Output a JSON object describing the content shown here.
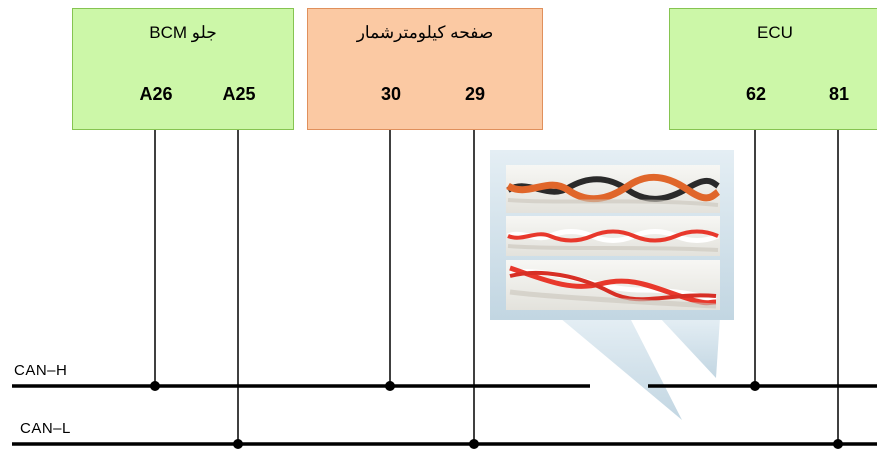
{
  "modules": {
    "bcm": {
      "title": "BCM جلو",
      "pin_left": "A26",
      "pin_right": "A25"
    },
    "cluster": {
      "title": "صفحه کیلومترشمار",
      "pin_left": "30",
      "pin_right": "29"
    },
    "ecu": {
      "title": "ECU",
      "pin_left": "62",
      "pin_right": "81"
    }
  },
  "buses": {
    "can_h": "CAN–H",
    "can_l": "CAN–L"
  },
  "colors": {
    "module_green": "#ccf7a8",
    "module_orange": "#fbc9a3",
    "wire_orange": "#e0662a",
    "wire_red": "#e8382c",
    "callout": "#cfe0ea"
  }
}
